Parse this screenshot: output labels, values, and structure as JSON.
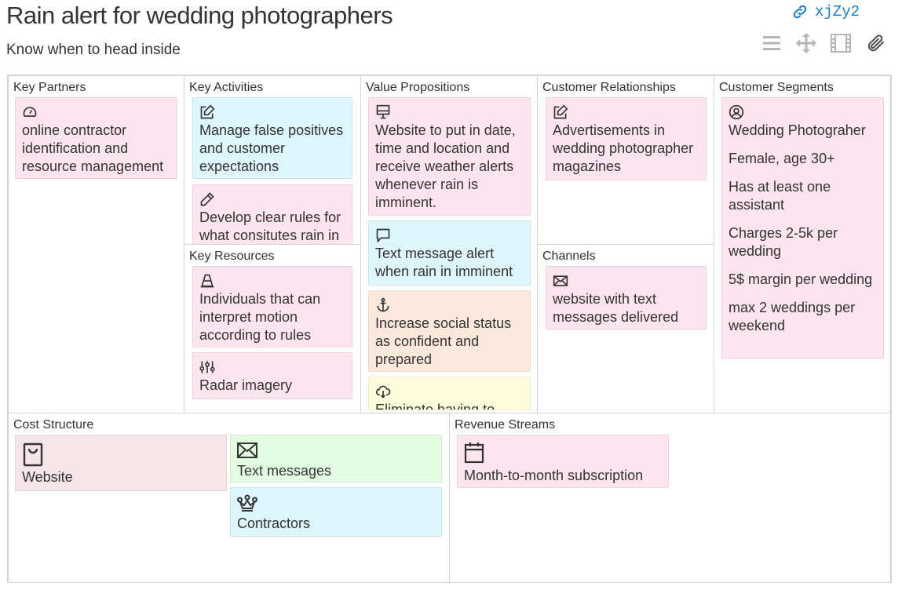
{
  "header": {
    "title": "Rain alert for wedding photographers",
    "subtitle": "Know when to head inside",
    "share_code": "xjZy2"
  },
  "toolbar": {
    "icons": [
      "list-icon",
      "move-icon",
      "film-icon",
      "paperclip-icon"
    ]
  },
  "colors": {
    "pink": "#fde4ee",
    "blue": "#ddf5fc",
    "orange": "#fde9dc",
    "yellow": "#fdfcdd",
    "green": "#e1fce1",
    "rose": "#f5e4e8",
    "link": "#1a7bc4"
  },
  "canvas": {
    "key_partners": {
      "title": "Key Partners",
      "notes": [
        {
          "icon": "gauge-icon",
          "text": "online contractor identification and resource management"
        }
      ]
    },
    "key_activities": {
      "title": "Key Activities",
      "notes": [
        {
          "icon": "edit-icon",
          "text": "Manage false positives and customer expectations"
        },
        {
          "icon": "pencil-icon",
          "text": "Develop clear rules for what consitutes rain in"
        }
      ]
    },
    "key_resources": {
      "title": "Key Resources",
      "notes": [
        {
          "icon": "traffic-cone-icon",
          "text": "Individuals that can interpret motion according to rules"
        },
        {
          "icon": "sliders-icon",
          "text": "Radar imagery"
        }
      ]
    },
    "value_propositions": {
      "title": "Value Propositions",
      "notes": [
        {
          "icon": "presentation-icon",
          "text": "Website to put in date, time and location and receive weather alerts whenever rain is imminent."
        },
        {
          "icon": "message-icon",
          "text": "Text message alert when rain in imminent"
        },
        {
          "icon": "anchor-icon",
          "text": "Increase social status as confident and prepared"
        },
        {
          "icon": "cloud-download-icon",
          "text": "Eliminate having to"
        }
      ]
    },
    "customer_relationships": {
      "title": "Customer Relationships",
      "notes": [
        {
          "icon": "edit-icon",
          "text": "Advertisements in wedding photographer magazines"
        }
      ]
    },
    "channels": {
      "title": "Channels",
      "notes": [
        {
          "icon": "envelope-icon",
          "text": "website with text messages delivered"
        }
      ]
    },
    "customer_segments": {
      "title": "Customer Segments",
      "notes": [
        {
          "icon": "user-circle-icon",
          "lines": [
            "Wedding Photograher",
            "Female, age 30+",
            "Has at least one assistant",
            "Charges 2-5k per wedding",
            "5$ margin per wedding",
            "max 2 weddings per weekend"
          ]
        }
      ]
    },
    "cost_structure": {
      "title": "Cost Structure",
      "notes": [
        {
          "icon": "shopping-bag-icon",
          "text": "Website"
        },
        {
          "icon": "envelope-icon",
          "text": "Text messages"
        },
        {
          "icon": "crown-icon",
          "text": "Contractors"
        }
      ]
    },
    "revenue_streams": {
      "title": "Revenue Streams",
      "notes": [
        {
          "icon": "calendar-icon",
          "text": "Month-to-month subscription"
        }
      ]
    }
  }
}
